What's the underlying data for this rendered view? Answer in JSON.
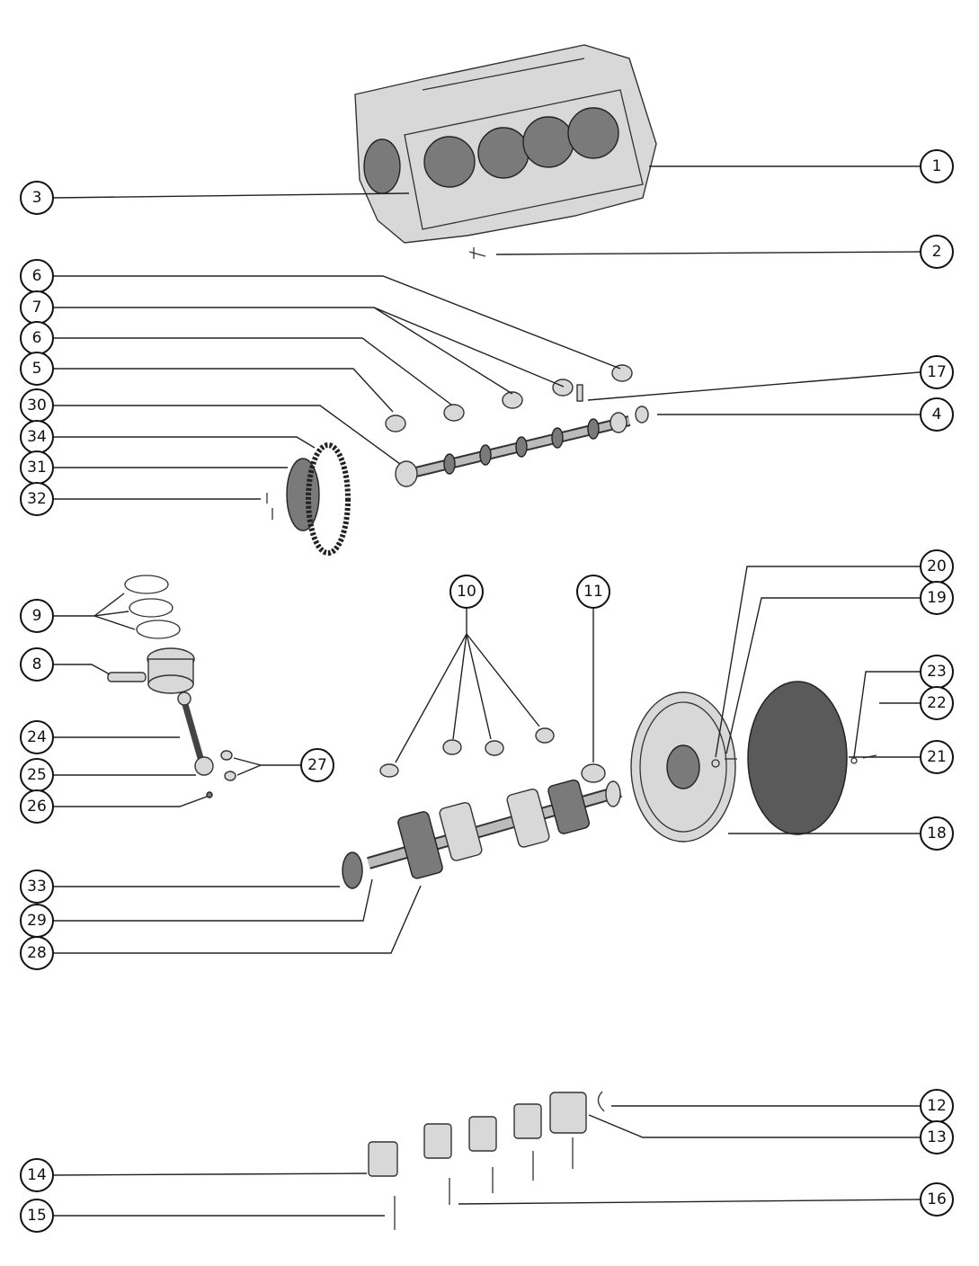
{
  "diagram": {
    "callouts": [
      {
        "id": "c1",
        "label": "1"
      },
      {
        "id": "c2",
        "label": "2"
      },
      {
        "id": "c3",
        "label": "3"
      },
      {
        "id": "c6a",
        "label": "6"
      },
      {
        "id": "c7",
        "label": "7"
      },
      {
        "id": "c6b",
        "label": "6"
      },
      {
        "id": "c5",
        "label": "5"
      },
      {
        "id": "c30",
        "label": "30"
      },
      {
        "id": "c34",
        "label": "34"
      },
      {
        "id": "c31",
        "label": "31"
      },
      {
        "id": "c32",
        "label": "32"
      },
      {
        "id": "c17",
        "label": "17"
      },
      {
        "id": "c4",
        "label": "4"
      },
      {
        "id": "c9",
        "label": "9"
      },
      {
        "id": "c8",
        "label": "8"
      },
      {
        "id": "c24",
        "label": "24"
      },
      {
        "id": "c25",
        "label": "25"
      },
      {
        "id": "c26",
        "label": "26"
      },
      {
        "id": "c27",
        "label": "27"
      },
      {
        "id": "c10",
        "label": "10"
      },
      {
        "id": "c11",
        "label": "11"
      },
      {
        "id": "c20",
        "label": "20"
      },
      {
        "id": "c19",
        "label": "19"
      },
      {
        "id": "c23",
        "label": "23"
      },
      {
        "id": "c22",
        "label": "22"
      },
      {
        "id": "c21",
        "label": "21"
      },
      {
        "id": "c18",
        "label": "18"
      },
      {
        "id": "c33",
        "label": "33"
      },
      {
        "id": "c29",
        "label": "29"
      },
      {
        "id": "c28",
        "label": "28"
      },
      {
        "id": "c12",
        "label": "12"
      },
      {
        "id": "c13",
        "label": "13"
      },
      {
        "id": "c14",
        "label": "14"
      },
      {
        "id": "c15",
        "label": "15"
      },
      {
        "id": "c16",
        "label": "16"
      }
    ]
  }
}
